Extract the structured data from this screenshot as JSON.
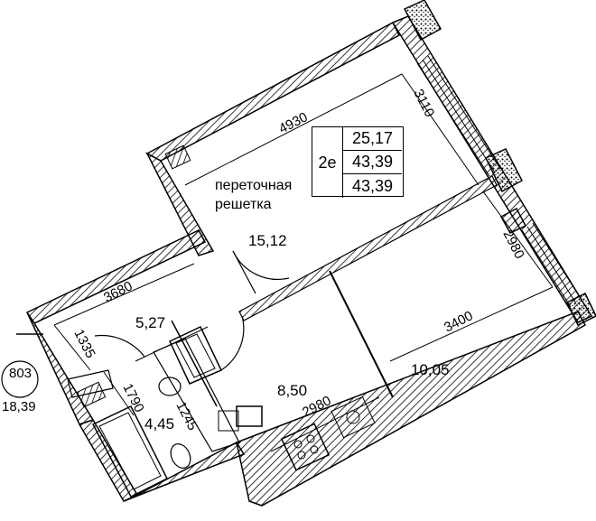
{
  "info": {
    "apartment_type": "2е",
    "area_living": "25,17",
    "area_total": "43,39",
    "area_total2": "43,39"
  },
  "grille_label": {
    "line1": "переточная",
    "line2": "решетка"
  },
  "rooms": {
    "kitchen_living": "15,12",
    "room": "10,05",
    "hall": "5,27",
    "corridor": "8,50",
    "bathroom": "4,45",
    "balcony": "18,39"
  },
  "dimensions": {
    "d4930": "4930",
    "d3110": "3110",
    "d2980a": "2980",
    "d3400": "3400",
    "d3680": "3680",
    "d1335": "1335",
    "d1790": "1790",
    "d2980b": "2980",
    "d1245": "1245",
    "d803": "803"
  },
  "colors": {
    "wall": "#000000",
    "hatch": "#000000",
    "background": "#ffffff"
  }
}
